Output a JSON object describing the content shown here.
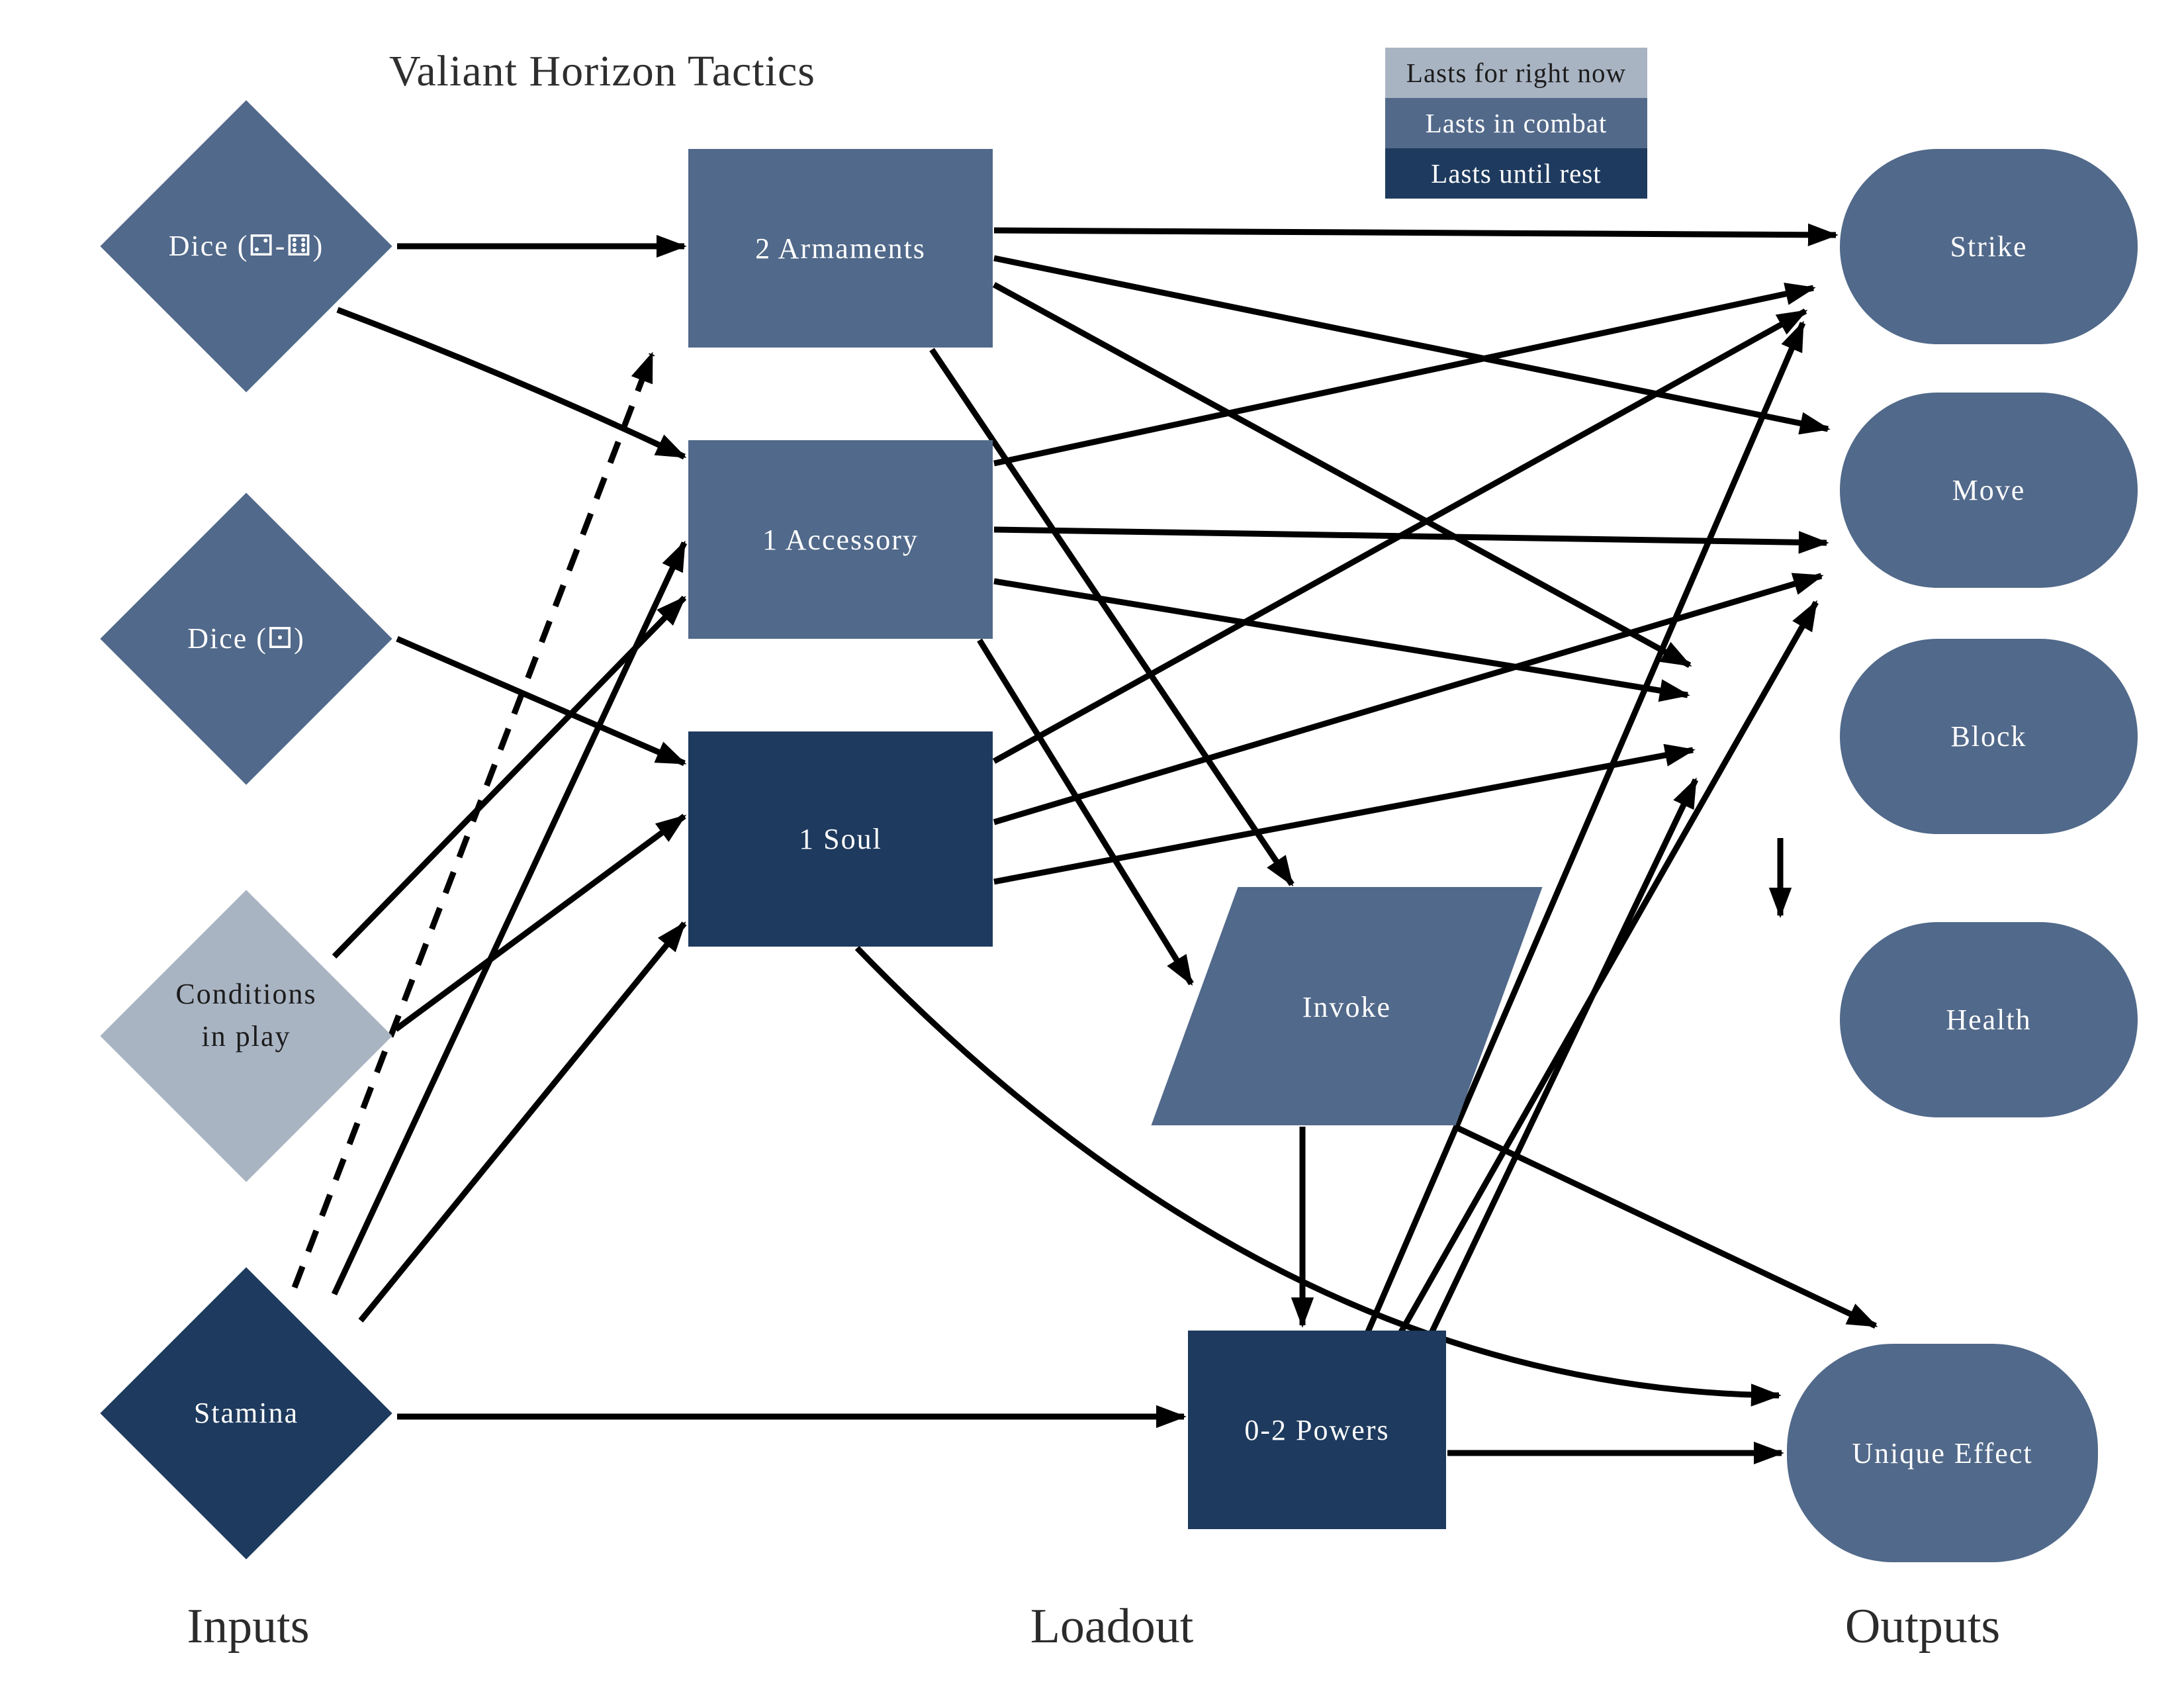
{
  "title": "Valiant Horizon Tactics",
  "legend": {
    "items": [
      {
        "label": "Lasts for right now",
        "color": "#a9b4c3",
        "text_color": "#1c1c1c",
        "tier": "now"
      },
      {
        "label": "Lasts in combat",
        "color": "#52698a",
        "text_color": "#ffffff",
        "tier": "combat"
      },
      {
        "label": "Lasts until rest",
        "color": "#1e3a5e",
        "text_color": "#ffffff",
        "tier": "rest"
      }
    ]
  },
  "sections": {
    "inputs": "Inputs",
    "loadout": "Loadout",
    "outputs": "Outputs"
  },
  "nodes": {
    "dice_range": {
      "label": "Dice (⚁-⚅)",
      "shape": "diamond",
      "tier": "combat"
    },
    "dice_one": {
      "label": "Dice (⚀)",
      "shape": "diamond",
      "tier": "combat"
    },
    "conditions": {
      "line1": "Conditions",
      "line2": "in play",
      "shape": "diamond",
      "tier": "now"
    },
    "stamina": {
      "label": "Stamina",
      "shape": "diamond",
      "tier": "rest"
    },
    "armaments": {
      "label": "2 Armaments",
      "shape": "rectangle",
      "tier": "combat"
    },
    "accessory": {
      "label": "1 Accessory",
      "shape": "rectangle",
      "tier": "combat"
    },
    "soul": {
      "label": "1 Soul",
      "shape": "rectangle",
      "tier": "rest"
    },
    "invoke": {
      "label": "Invoke",
      "shape": "parallelogram",
      "tier": "combat"
    },
    "powers": {
      "label": "0-2 Powers",
      "shape": "rectangle",
      "tier": "rest"
    },
    "strike": {
      "label": "Strike",
      "shape": "pill",
      "tier": "combat"
    },
    "move": {
      "label": "Move",
      "shape": "pill",
      "tier": "combat"
    },
    "block": {
      "label": "Block",
      "shape": "pill",
      "tier": "combat"
    },
    "health": {
      "label": "Health",
      "shape": "pill",
      "tier": "combat"
    },
    "unique_effect": {
      "label": "Unique Effect",
      "shape": "pill",
      "tier": "combat"
    }
  },
  "edges": [
    {
      "from": "dice_range",
      "to": "armaments",
      "style": "solid"
    },
    {
      "from": "dice_range",
      "to": "accessory",
      "style": "solid"
    },
    {
      "from": "dice_one",
      "to": "soul",
      "style": "solid"
    },
    {
      "from": "conditions",
      "to": "accessory",
      "style": "solid"
    },
    {
      "from": "conditions",
      "to": "soul",
      "style": "solid"
    },
    {
      "from": "stamina",
      "to": "armaments",
      "style": "dashed"
    },
    {
      "from": "stamina",
      "to": "accessory",
      "style": "solid"
    },
    {
      "from": "stamina",
      "to": "soul",
      "style": "solid"
    },
    {
      "from": "stamina",
      "to": "powers",
      "style": "solid"
    },
    {
      "from": "armaments",
      "to": "strike",
      "style": "solid"
    },
    {
      "from": "armaments",
      "to": "move",
      "style": "solid"
    },
    {
      "from": "armaments",
      "to": "block",
      "style": "solid"
    },
    {
      "from": "armaments",
      "to": "invoke",
      "style": "solid"
    },
    {
      "from": "accessory",
      "to": "strike",
      "style": "solid"
    },
    {
      "from": "accessory",
      "to": "move",
      "style": "solid"
    },
    {
      "from": "accessory",
      "to": "block",
      "style": "solid"
    },
    {
      "from": "accessory",
      "to": "invoke",
      "style": "solid"
    },
    {
      "from": "soul",
      "to": "strike",
      "style": "solid"
    },
    {
      "from": "soul",
      "to": "move",
      "style": "solid"
    },
    {
      "from": "soul",
      "to": "block",
      "style": "solid"
    },
    {
      "from": "soul",
      "to": "unique_effect",
      "style": "curved"
    },
    {
      "from": "invoke",
      "to": "powers",
      "style": "solid"
    },
    {
      "from": "invoke",
      "to": "unique_effect",
      "style": "solid"
    },
    {
      "from": "powers",
      "to": "strike",
      "style": "solid"
    },
    {
      "from": "powers",
      "to": "move",
      "style": "solid"
    },
    {
      "from": "powers",
      "to": "block",
      "style": "solid"
    },
    {
      "from": "powers",
      "to": "unique_effect",
      "style": "solid"
    },
    {
      "from": "block",
      "to": "health",
      "style": "solid"
    }
  ]
}
